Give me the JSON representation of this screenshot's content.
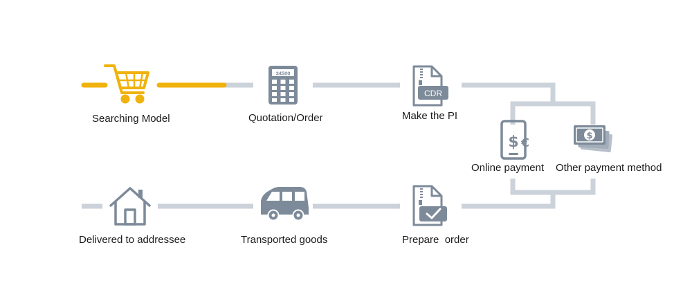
{
  "colors": {
    "accent": "#f0b20c",
    "line": "#cbd2da",
    "icon": "#7d8a99",
    "text": "#1a1a1a"
  },
  "steps": {
    "searching_model": {
      "label": "Searching Model",
      "icon": "shopping-cart-icon"
    },
    "quotation_order": {
      "label": "Quotation/Order",
      "icon": "calculator-icon",
      "display": "34500"
    },
    "make_pi": {
      "label": "Make the PI",
      "icon": "cdr-document-icon",
      "badge": "CDR"
    },
    "online_payment": {
      "label": "Online payment",
      "icon": "tablet-payment-icon"
    },
    "other_payment": {
      "label": "Other payment method",
      "icon": "cash-stack-icon"
    },
    "prepare_order": {
      "label": "Prepare  order",
      "icon": "document-check-icon"
    },
    "transported_goods": {
      "label": "Transported goods",
      "icon": "van-icon"
    },
    "delivered": {
      "label": "Delivered to addressee",
      "icon": "house-icon"
    }
  }
}
